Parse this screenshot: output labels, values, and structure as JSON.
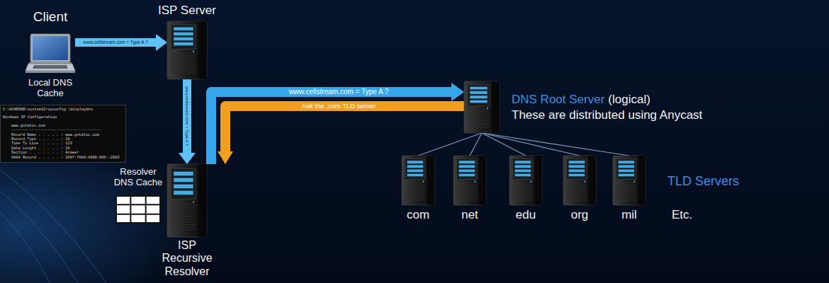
{
  "diagram": {
    "nodes": [
      {
        "text": [
          "Client",
          "Local DNS Cache"
        ]
      },
      {
        "text": [
          "C:\\WINDOWS\\system32>ipconfig /displaydns",
          "Windows IP Configuration",
          "www.gstatic.com",
          "----------------------------------------",
          "Record Name . . . . . : www.gstatic.com",
          "Record Type . . . . . : 28",
          "Time To Live  . . . . : 123",
          "Data Length . . . . . : 16",
          "Section . . . . . . . : Answer",
          "AAAA Record . . . . . : 2607:f8b0:4000:806::2003"
        ]
      },
      {
        "text": [
          "ISP Server"
        ]
      },
      {
        "text": [
          "Resolver DNS Cache"
        ]
      },
      {
        "text": [
          "ISP Recursive Resolver"
        ]
      },
      {
        "text": [
          "DNS Root Server",
          "(logical)",
          "These are distributed using Anycast"
        ]
      },
      {
        "text": [
          "com"
        ]
      },
      {
        "text": [
          "net"
        ]
      },
      {
        "text": [
          "edu"
        ]
      },
      {
        "text": [
          "org"
        ]
      },
      {
        "text": [
          "mil"
        ]
      }
    ],
    "edges": [
      {
        "from": 0,
        "to": 2,
        "arrow": "to",
        "label": "www.cellstream.com = Type A ?"
      },
      {
        "from": 2,
        "to": 4,
        "arrow": "to",
        "label": "www.cellstream.com = Type A ?"
      },
      {
        "from": 4,
        "to": 5,
        "arrow": "to",
        "label": "www.cellstream.com = Type A ?"
      },
      {
        "from": 5,
        "to": 4,
        "arrow": "to",
        "label": "Ask the .com TLD server"
      },
      {
        "from": 5,
        "to": 6,
        "arrow": "none"
      },
      {
        "from": 5,
        "to": 7,
        "arrow": "none"
      },
      {
        "from": 5,
        "to": 8,
        "arrow": "none"
      },
      {
        "from": 5,
        "to": 9,
        "arrow": "none"
      },
      {
        "from": 5,
        "to": 10,
        "arrow": "none"
      }
    ],
    "labels": [
      "Etc.",
      "TLD Servers"
    ]
  }
}
